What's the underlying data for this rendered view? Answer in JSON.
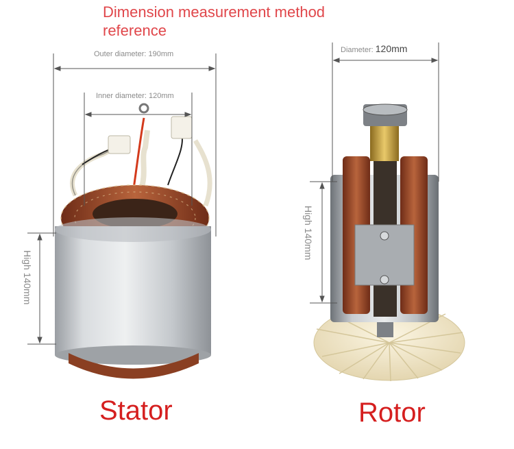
{
  "heading": "Dimension measurement method reference",
  "stator": {
    "outer_label": "Outer diameter: 190mm",
    "inner_label": "Inner diameter: 120mm",
    "height_label": "High 140mm",
    "name": "Stator"
  },
  "rotor": {
    "diameter_prefix": "Diameter:",
    "diameter_value": "120mm",
    "height_label": "High 140mm",
    "name": "Rotor"
  },
  "colors": {
    "heading": "#e0464a",
    "part_label": "#d51f1f",
    "copper": "#a8532f",
    "steel": "#c9cccf",
    "fan": "#f3ead0"
  }
}
